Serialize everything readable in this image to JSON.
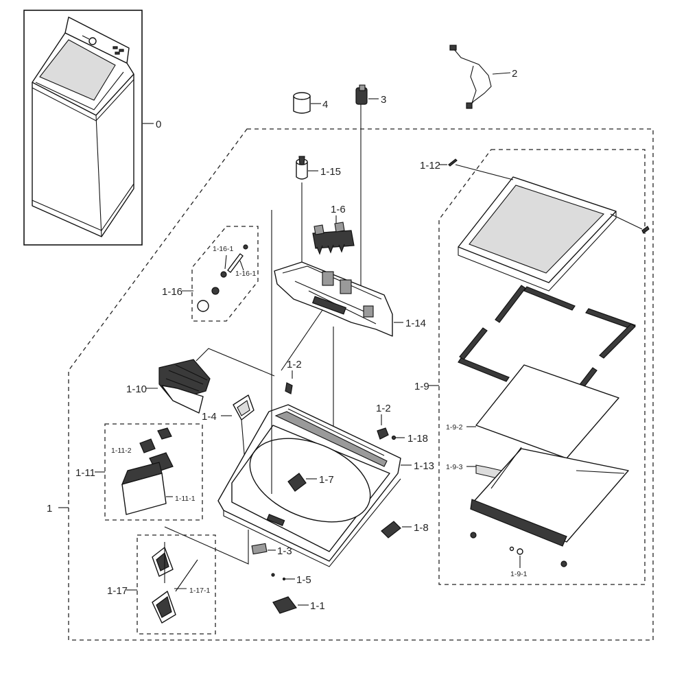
{
  "labels": {
    "p0": "0",
    "p1": "1",
    "p2": "2",
    "p3": "3",
    "p4": "4",
    "p1_1": "1-1",
    "p1_2a": "1-2",
    "p1_2b": "1-2",
    "p1_3": "1-3",
    "p1_4": "1-4",
    "p1_5": "1-5",
    "p1_6": "1-6",
    "p1_7": "1-7",
    "p1_8": "1-8",
    "p1_9": "1-9",
    "p1_9_1": "1-9-1",
    "p1_9_2": "1-9-2",
    "p1_9_3": "1-9-3",
    "p1_10": "1-10",
    "p1_11": "1-11",
    "p1_11_1": "1-11-1",
    "p1_11_2": "1-11-2",
    "p1_12": "1-12",
    "p1_13": "1-13",
    "p1_14": "1-14",
    "p1_15": "1-15",
    "p1_16": "1-16",
    "p1_16_1a": "1-16-1",
    "p1_16_1b": "1-16-1",
    "p1_17": "1-17",
    "p1_17_1": "1-17-1",
    "p1_18": "1-18"
  }
}
